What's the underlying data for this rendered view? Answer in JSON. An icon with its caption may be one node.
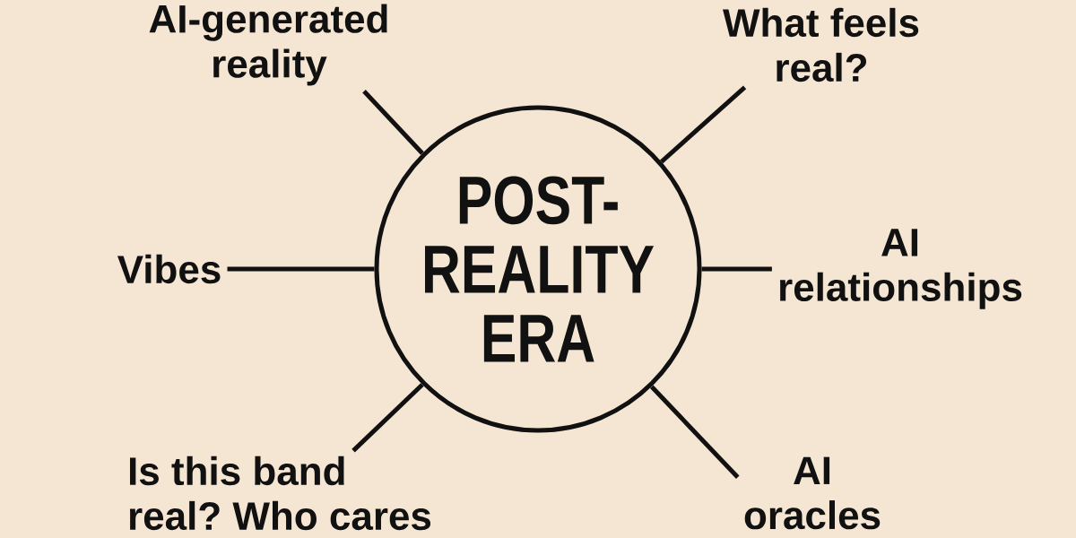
{
  "diagram": {
    "nodes": [
      {
        "text": [
          "AI-generated reality"
        ]
      },
      {
        "text": [
          "What feels real?"
        ]
      },
      {
        "text": [
          "Vibes"
        ]
      },
      {
        "text": [
          "POST- REALITY ERA"
        ]
      },
      {
        "text": [
          "AI relationships"
        ]
      },
      {
        "text": [
          "Is this band real? Who cares"
        ]
      },
      {
        "text": [
          "AI oracles"
        ]
      }
    ],
    "edges": [
      {
        "from": 3,
        "to": 0,
        "arrow": "none"
      },
      {
        "from": 3,
        "to": 1,
        "arrow": "none"
      },
      {
        "from": 3,
        "to": 2,
        "arrow": "none"
      },
      {
        "from": 3,
        "to": 4,
        "arrow": "none"
      },
      {
        "from": 3,
        "to": 5,
        "arrow": "none"
      },
      {
        "from": 3,
        "to": 6,
        "arrow": "none"
      }
    ]
  }
}
